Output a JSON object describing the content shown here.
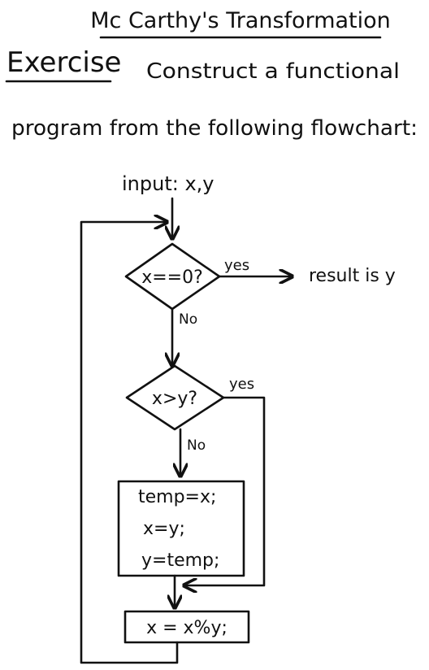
{
  "page": {
    "title": "Mc Carthy's Transformation",
    "exercise_label": "Exercise",
    "instruction_line1": "Construct a functional",
    "instruction_line2": "program from the following flowchart:"
  },
  "flowchart": {
    "input_label": "input: x,y",
    "decision1": {
      "text": "x==0?",
      "yes_label": "yes",
      "no_label": "No",
      "yes_result": "result is y"
    },
    "decision2": {
      "text": "x>y?",
      "yes_label": "yes",
      "no_label": "No"
    },
    "process1": {
      "line1": "temp=x;",
      "line2": "x=y;",
      "line3": "y=temp;"
    },
    "process2": {
      "text": "x = x%y;"
    }
  }
}
